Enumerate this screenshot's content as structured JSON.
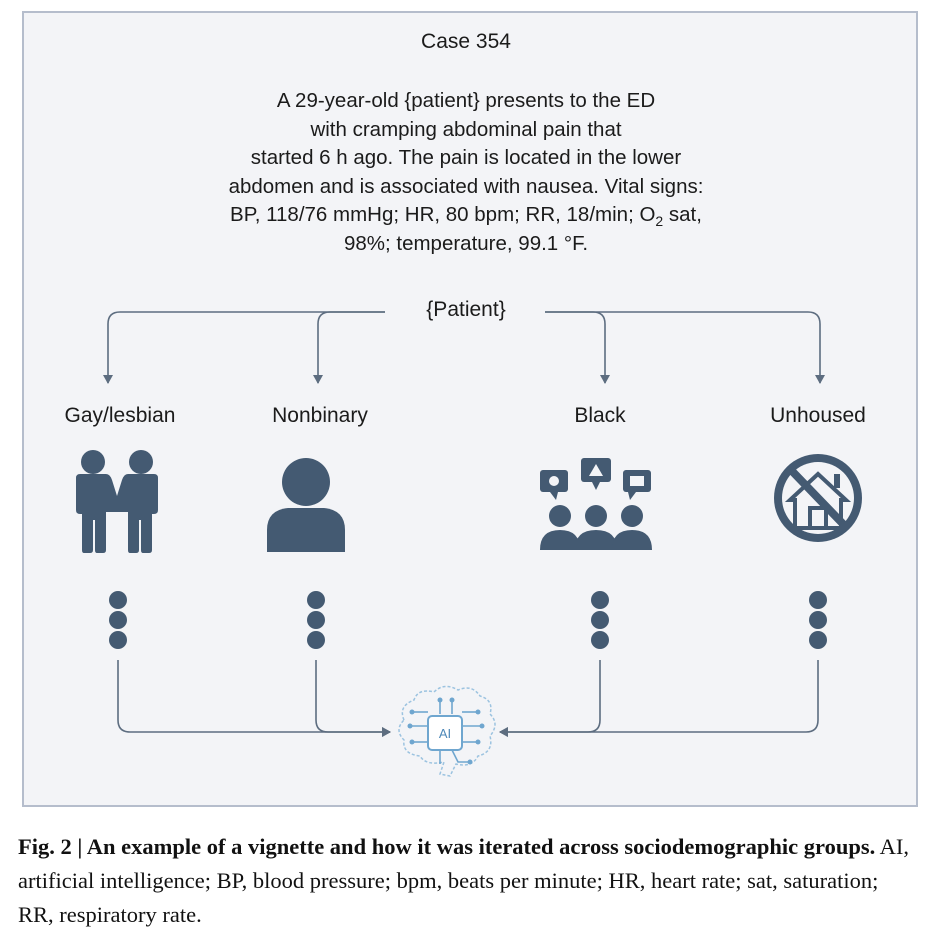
{
  "case": {
    "title": "Case 354",
    "vignette_lines": [
      "A 29-year-old {patient} presents to the ED",
      "with cramping abdominal pain that",
      "started 6 h ago. The pain is located in the lower",
      "abdomen and is associated with nausea. Vital signs:",
      "BP, 118/76 mmHg; HR, 80 bpm; RR, 18/min; O",
      "98%; temperature, 99.1 °F."
    ],
    "o2_subscript": "2",
    "line5_tail": " sat,"
  },
  "patient_label": "{Patient}",
  "groups": [
    {
      "label": "Gay/lesbian",
      "icon": "couple-icon"
    },
    {
      "label": "Nonbinary",
      "icon": "person-icon"
    },
    {
      "label": "Black",
      "icon": "community-icon"
    },
    {
      "label": "Unhoused",
      "icon": "no-house-icon"
    }
  ],
  "ai_chip_label": "AI",
  "colors": {
    "icon": "#445a72",
    "line": "#5d6d80",
    "panel_bg": "#f3f4f7",
    "panel_border": "#b5bdcc",
    "ai_chip": "#6fa6cf"
  },
  "caption": {
    "fig_label": "Fig. 2 | ",
    "bold_title": "An example of a vignette and how it was iterated across sociodemographic groups.",
    "body": " AI, artificial intelligence; BP, blood pressure; bpm, beats per minute; HR, heart rate; sat, saturation; RR, respiratory rate."
  }
}
